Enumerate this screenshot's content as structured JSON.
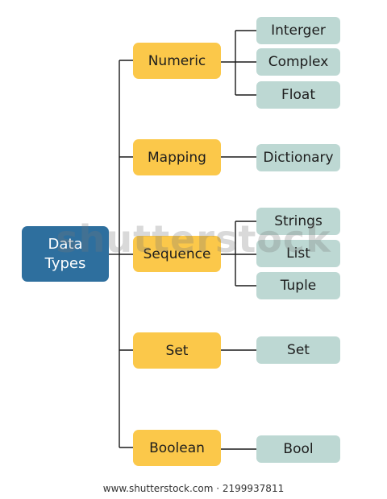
{
  "root": {
    "label": "Data\nTypes"
  },
  "categories": [
    {
      "label": "Numeric",
      "items": [
        "Interger",
        "Complex",
        "Float"
      ]
    },
    {
      "label": "Mapping",
      "items": [
        "Dictionary"
      ]
    },
    {
      "label": "Sequence",
      "items": [
        "Strings",
        "List",
        "Tuple"
      ]
    },
    {
      "label": "Set",
      "items": [
        "Set"
      ]
    },
    {
      "label": "Boolean",
      "items": [
        "Bool"
      ]
    }
  ],
  "watermark": "shutterstock",
  "footer": "www.shutterstock.com · 2199937811",
  "colors": {
    "root": "#2e6f9e",
    "category": "#fbc84a",
    "leaf": "#bdd8d3",
    "line": "#1a1a1a"
  }
}
